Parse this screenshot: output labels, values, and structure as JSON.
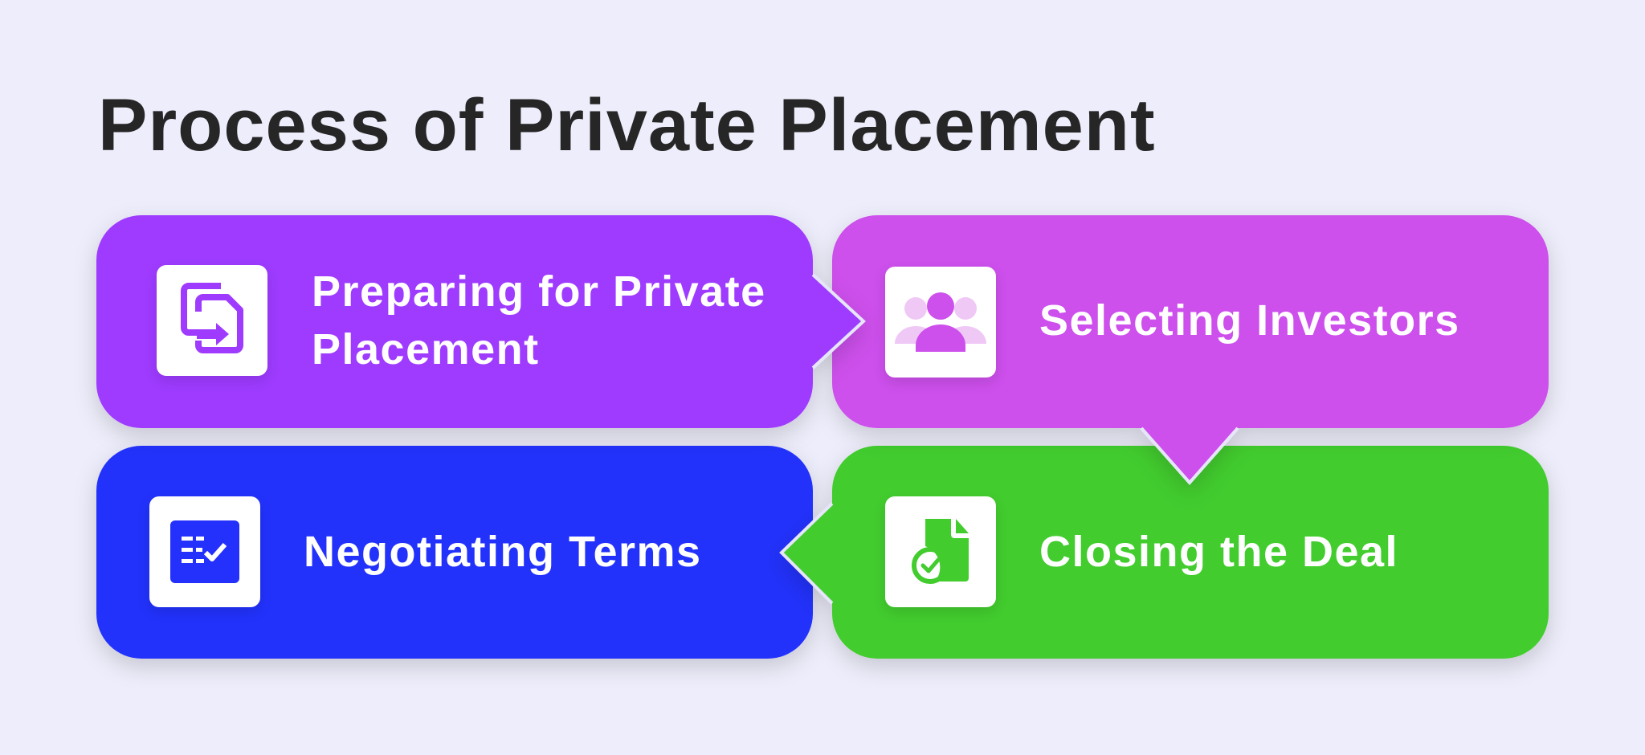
{
  "title": "Process of Private Placement",
  "steps": [
    {
      "label": "Preparing for Private Placement",
      "icon": "document-transfer-icon",
      "color": "#9e3bff"
    },
    {
      "label": "Selecting Investors",
      "icon": "people-group-icon",
      "color": "#cd50ec"
    },
    {
      "label": "Closing the Deal",
      "icon": "document-check-icon",
      "color": "#43cc2e"
    },
    {
      "label": "Negotiating Terms",
      "icon": "checklist-icon",
      "color": "#2430fb"
    }
  ]
}
